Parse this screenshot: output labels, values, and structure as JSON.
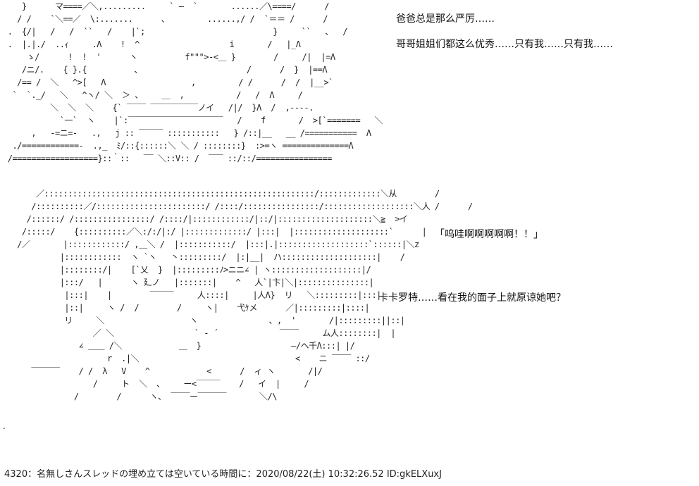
{
  "ascii_art": {
    "top": "    }      マ====／＼,.........     ` ―  `       ......／\\====/      /\n   / /    `＼==／  \\:.......      、        ......,/ /  `＝＝ /      /\n .  {/|   /   /  ``   /    |`;                           }     ``   、  /\n .  |.|./  ..ｨ     .Λ    !  ^                   i       /   |_Λ\n     ゝ/      !  !  '      ヽ          f\"\"\">-<＿ }        /     /|  |=Λ\n    /ニ/.    { }.{          、                      /      /  }  |==Λ\n   /== /  ＼   ^>[   Λ                  ,         / /      /  /  |__>`\n  `  `._/   ＼   ^ヽ/ ＼  ＞ 、    ＿  ,           /   /  Λ     /\n          ＼  ＼  ＼    {` ‾‾‾‾ ‾‾‾‾‾‾‾‾‾‾ノイ   /|/  }Λ  /  ,----.\n            `一`  ヽ    |`:‾‾‾‾‾‾‾‾‾‾‾‾‾‾‾‾‾‾‾‾   /    f       /  >[`=======   ＼\n      ,   -=ニ=-   .,   j :: ‾‾‾‾‾ :::::::::::   } /::|__   __ /===========  Λ\n  ./============-  .,_  ﾐ/::{::::::＼ ＼ / ::::::::}  :>=ヽ ==============Λ\n /==================}::｀::   ‾‾ ＼::V:: /  ‾‾‾ ::/::/================",
    "bottom": "       ／:::::::::::::::::::::::::::::::::::::::::::::::::::::::::/:::::::::::::＼从        /\n      /::::::::::／/:::::::::::::::::::::::/ /::::/::::::::::::::::/:::::::::::::::::::＼人 /      /\n     /::::::/ /::::::::::::::::/ /::::/|::::::::::::/|::/|::::::::::::::::::::＼≧  >イ\n    /:::::/    {::::::::::／＼:/:/|:/ |:::::::::::::/ |:::|  |::::::::::::::::::::`      |\n   /／       |::::::::::::/ ,＿＼ /  |:::::::::::/  |:::|.|:::::::::::::::::::`::::::|＼z\n            |::::::::::::  ヽ `ヽ   丶:::::::::/  |:|__|  ハ::::::::::::::::::::|    /\n            |::::::::/|    [`乂  }  |:::::::::ﾉ>ニニ∠ | ヽ:::::::::::::::::::|/\n            |:::/   |      ヽ 廴ノ   |:::::::|    ^   人`|卞|＼|:::::::::::::::|\n             |:::|    |        ‾‾‾‾‾     人::::|     |人Λ}  リ   ＼:::::::::|:::|\n             |::|     ヽ /  /        /     ヽ|    弋ｹメ      ／|:::::::::|::::|\n             リ     ＼                  ヽ               、,  '       /|:::::::::||::|\n                   ／ ＼                 ` - ´             ‾‾‾‾     ム人::::::::|  |\n                ∠ ＿＿ /＼            ＿  }                   ―/ヘ千Λ:::| |/\n                      r  .|＼                                 <    ニ ‾‾‾‾ ::/\n      ‾‾‾‾‾‾    / /  λ   V    ^            <      /  ィ ヽ       /|/\n                   /     ト  ＼  、    ー<‾‾‾‾‾    /   イ  |     /\n               /        /      ヽ、 ‾‾‾‾ー‾‾‾‾‾‾       ＼/\\"
  },
  "dialogue": {
    "line1": "爸爸总是那么严厉……",
    "line2": "哥哥姐姐们都这么优秀……只有我……只有我……",
    "line3": "「呜哇啊啊啊啊啊！！」",
    "line4": "卡卡罗特……看在我的面子上就原谅她吧？"
  },
  "stray_dot": ".",
  "footer": "4320：名無しさんスレッドの埋め立ては空いている時間に：2020/08/22(土) 10:32:26.52 ID:gkELXuxJ"
}
